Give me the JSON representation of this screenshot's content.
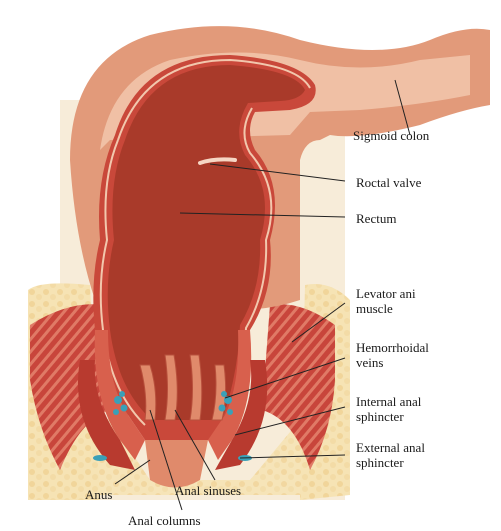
{
  "labels": {
    "sigmoid_colon": "Sigmoid colon",
    "roctal_valve": "Roctal valve",
    "rectum": "Rectum",
    "levator_ani": [
      "Levator ani",
      "muscle"
    ],
    "hemorrhoidal_veins": [
      "Hemorrhoidal",
      "veins"
    ],
    "internal_anal_sphincter": [
      "Internal anal",
      "sphincter"
    ],
    "external_anal_sphincter": [
      "External anal",
      "sphincter"
    ],
    "anus": "Anus",
    "anal_sinuses": "Anal sinuses",
    "anal_columns": "Anal columns"
  },
  "colors": {
    "colon_outer": "#e29a7a",
    "colon_light": "#f2c7ad",
    "rectum_wall": "#c9483a",
    "rectum_lumen": "#a93a2a",
    "fat_background": "#f6e3b4",
    "muscle_red": "#c8453b",
    "muscle_stripe": "#e07a66",
    "vein_blue": "#3aa0b8",
    "backdrop": "#f7ecd9"
  }
}
